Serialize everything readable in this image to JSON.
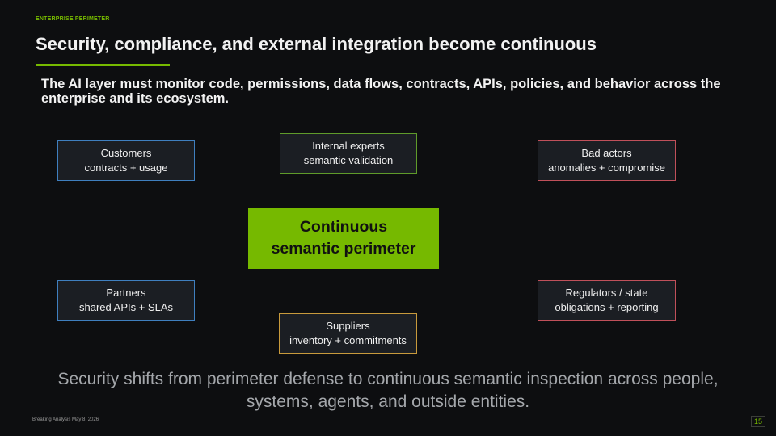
{
  "slide": {
    "eyebrow": "ENTERPRISE PERIMETER",
    "title": "Security, compliance, and external integration become continuous",
    "subtitle": "The AI layer must monitor code, permissions, data flows, contracts, APIs, policies, and behavior across the enterprise and its ecosystem.",
    "takeaway": "Security shifts from perimeter defense to continuous semantic inspection across people, systems, agents, and outside entities.",
    "footer": "Breaking Analysis May 8, 2026",
    "page_number": "15"
  },
  "diagram": {
    "center": {
      "line1": "Continuous",
      "line2": "semantic perimeter",
      "color": "#76b900"
    },
    "nodes": {
      "customers": {
        "line1": "Customers",
        "line2": "contracts + usage",
        "border": "#3f7fbf"
      },
      "internal_experts": {
        "line1": "Internal experts",
        "line2": "semantic validation",
        "border": "#5f9b2a"
      },
      "bad_actors": {
        "line1": "Bad actors",
        "line2": "anomalies + compromise",
        "border": "#c0505a"
      },
      "partners": {
        "line1": "Partners",
        "line2": "shared APIs + SLAs",
        "border": "#3f7fbf"
      },
      "suppliers": {
        "line1": "Suppliers",
        "line2": "inventory + commitments",
        "border": "#c89a3c"
      },
      "regulators": {
        "line1": "Regulators / state",
        "line2": "obligations + reporting",
        "border": "#c0505a"
      }
    }
  },
  "colors": {
    "background": "#0d0e10",
    "accent": "#76b900"
  }
}
